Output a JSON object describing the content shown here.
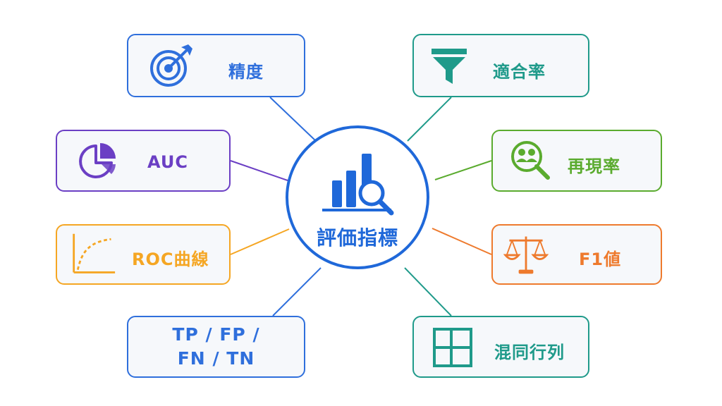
{
  "center": {
    "label": "評価指標",
    "icon": "bar-chart-magnifier-icon",
    "color": "#1f68d9"
  },
  "nodes": [
    {
      "id": "precision",
      "label": "精度",
      "icon": "target-icon",
      "color": "#2f6fdc"
    },
    {
      "id": "auc",
      "label": "AUC",
      "icon": "pie-chart-icon",
      "color": "#6b3fc4"
    },
    {
      "id": "roc",
      "label": "ROC曲線",
      "icon": "curve-chart-icon",
      "color": "#f5a623"
    },
    {
      "id": "confusion-counts",
      "label_lines": [
        "TP / FP /",
        "FN / TN"
      ],
      "color": "#2f6fdc"
    },
    {
      "id": "fit-rate",
      "label": "適合率",
      "icon": "funnel-icon",
      "color": "#1f9a8a"
    },
    {
      "id": "recall",
      "label": "再現率",
      "icon": "people-search-icon",
      "color": "#5aab2e"
    },
    {
      "id": "f1",
      "label": "F1値",
      "icon": "balance-scale-icon",
      "color": "#ee7a2d"
    },
    {
      "id": "confusion-matrix",
      "label": "混同行列",
      "icon": "grid-icon",
      "color": "#1f9a8a"
    }
  ]
}
